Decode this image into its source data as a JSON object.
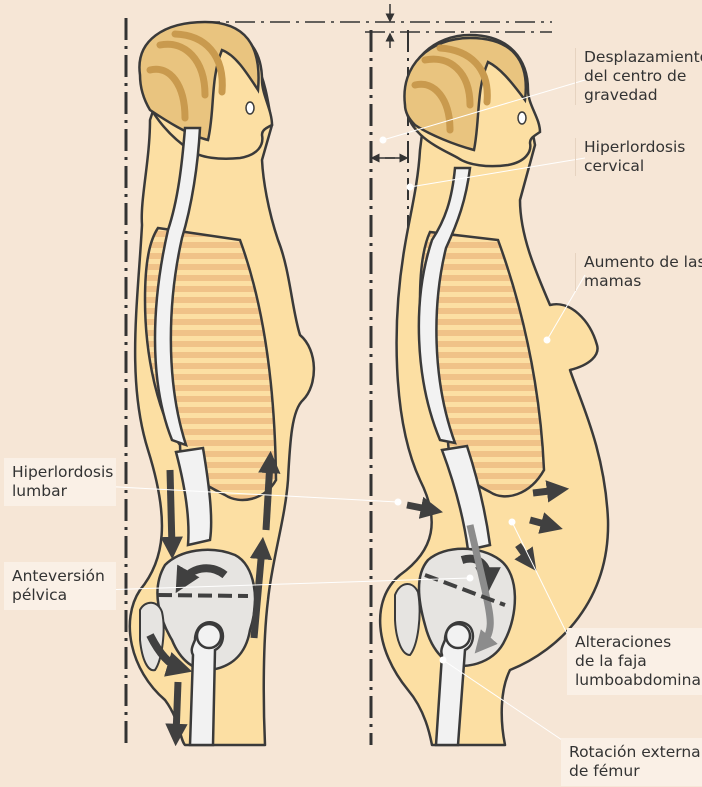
{
  "labels": {
    "desplazamiento": [
      "Desplazamiento",
      "del centro de",
      "gravedad"
    ],
    "hiperlordosis_cervical": [
      "Hiperlordosis",
      "cervical"
    ],
    "aumento_mamas": [
      "Aumento de las",
      "mamas"
    ],
    "hiperlordosis_lumbar": [
      "Hiperlordosis",
      "lumbar"
    ],
    "anteversion_pelvica": [
      "Anteversión",
      "pélvica"
    ],
    "alteraciones_faja": [
      "Alteraciones",
      "de la faja",
      "lumboabdominal"
    ],
    "rotacion_femur": [
      "Rotación externa",
      "de fémur"
    ]
  },
  "colors": {
    "background": "#f6e6d6",
    "skin": "#fcdfa3",
    "outline": "#3a3a3a",
    "hair": "#e9c47f",
    "ribs": "#f0c288",
    "bone": "#f2f2f2",
    "pelvis": "#e6e4e1",
    "arrow_dark": "#404040",
    "arrow_gray": "#8c8c8c",
    "label_box": "#faf0e6"
  }
}
